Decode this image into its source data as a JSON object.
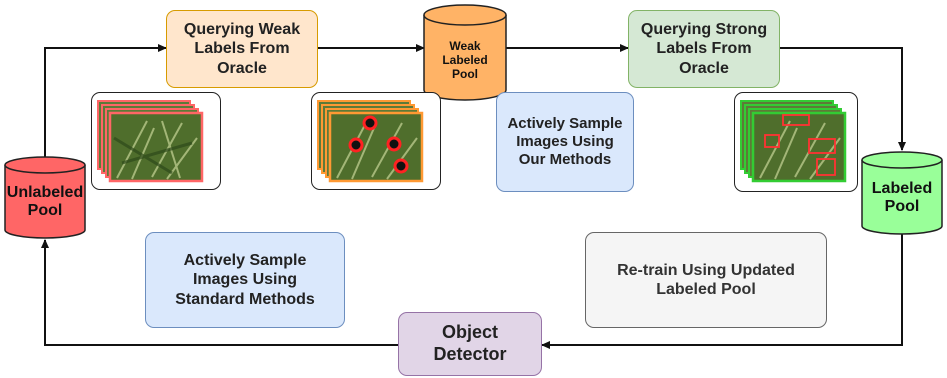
{
  "nodes": {
    "unlabeled_pool": "Unlabeled\nPool",
    "weak_query": "Querying Weak\nLabels From\nOracle",
    "weak_pool": "Weak\nLabeled\nPool",
    "strong_query": "Querying Strong\nLabels From\nOracle",
    "labeled_pool": "Labeled\nPool",
    "our_methods": "Actively Sample\nImages Using\nOur Methods",
    "standard_methods": "Actively Sample\nImages Using\nStandard Methods",
    "retrain": "Re-train Using Updated\nLabeled Pool",
    "detector": "Object\nDetector"
  },
  "colors": {
    "unlabeled_fill": "#ff6666",
    "weak_query_fill": "#ffe6cc",
    "weak_query_border": "#d79b00",
    "weak_pool_fill": "#ffb366",
    "strong_query_fill": "#d5e8d4",
    "strong_query_border": "#82b366",
    "labeled_fill": "#99ff99",
    "method_fill": "#dae8fc",
    "method_border": "#6c8ebf",
    "retrain_fill": "#f5f5f5",
    "detector_fill": "#e1d5e7",
    "detector_border": "#9673a6"
  },
  "thumbnails": [
    {
      "name": "unlabeled-images",
      "frame_color": "#ff6666",
      "annotation": "none"
    },
    {
      "name": "weak-labeled-images",
      "frame_color": "#ff9933",
      "annotation": "points"
    },
    {
      "name": "strong-labeled-images",
      "frame_color": "#33cc33",
      "annotation": "boxes"
    }
  ]
}
